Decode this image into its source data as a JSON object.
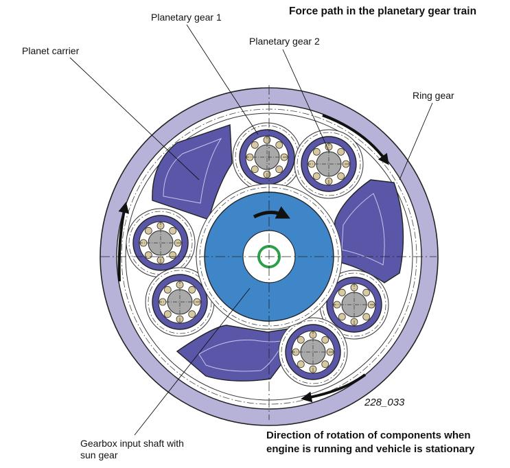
{
  "title": "Force path in the planetary gear train",
  "labels": {
    "planetary_gear_1": "Planetary gear 1",
    "planetary_gear_2": "Planetary gear 2",
    "planet_carrier": "Planet carrier",
    "ring_gear": "Ring gear",
    "input_shaft_line1": "Gearbox input shaft with",
    "input_shaft_line2": "sun gear"
  },
  "figure_number": "228_033",
  "caption": {
    "line1": "Direction of rotation of components when",
    "line2": "engine is running and vehicle is stationary"
  },
  "colors": {
    "ring_gear": "#b7b2d8",
    "carrier": "#5a56a8",
    "sun_gear": "#3f86c8",
    "planet_core": "#a9a9a9",
    "roller": "#d8c9a0",
    "shaft_ring": "#2e9e4a"
  }
}
